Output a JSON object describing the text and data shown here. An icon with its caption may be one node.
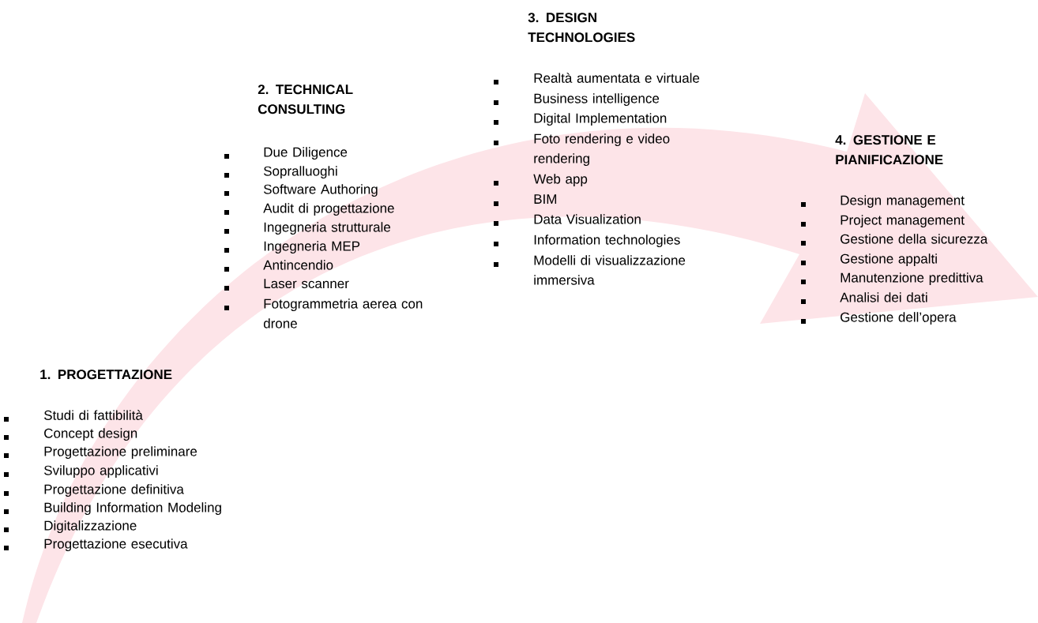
{
  "diagram": {
    "labels": [
      "1. PROGETTAZIONE",
      "Studi di fattibilità",
      "Concept design",
      "Progettazione preliminare",
      "Sviluppo applicativi",
      "Progettazione definitiva",
      "Building Information Modeling",
      "Digitalizzazione",
      "Progettazione esecutiva",
      "2. TECHNICAL CONSULTING",
      "Due Diligence",
      "Sopralluoghi",
      "Software Authoring",
      "Audit di progettazione",
      "Ingegneria strutturale",
      "Ingegneria MEP",
      "Antincendio",
      "Laser scanner",
      "Fotogrammetria aerea con drone",
      "3. DESIGN TECHNOLOGIES",
      "Realtà aumentata e virtuale",
      "Business intelligence",
      "Digital Implementation",
      "Foto rendering e video rendering",
      "Web app",
      "BIM",
      "Data Visualization",
      "Information technologies",
      "Modelli di visualizzazione immersiva",
      "4. GESTIONE E PIANIFICAZIONE",
      "Design management",
      "Project management",
      "Gestione della sicurezza",
      "Gestione appalti",
      "Manutenzione predittiva",
      "Analisi dei dati",
      "Gestione dell’opera"
    ]
  }
}
